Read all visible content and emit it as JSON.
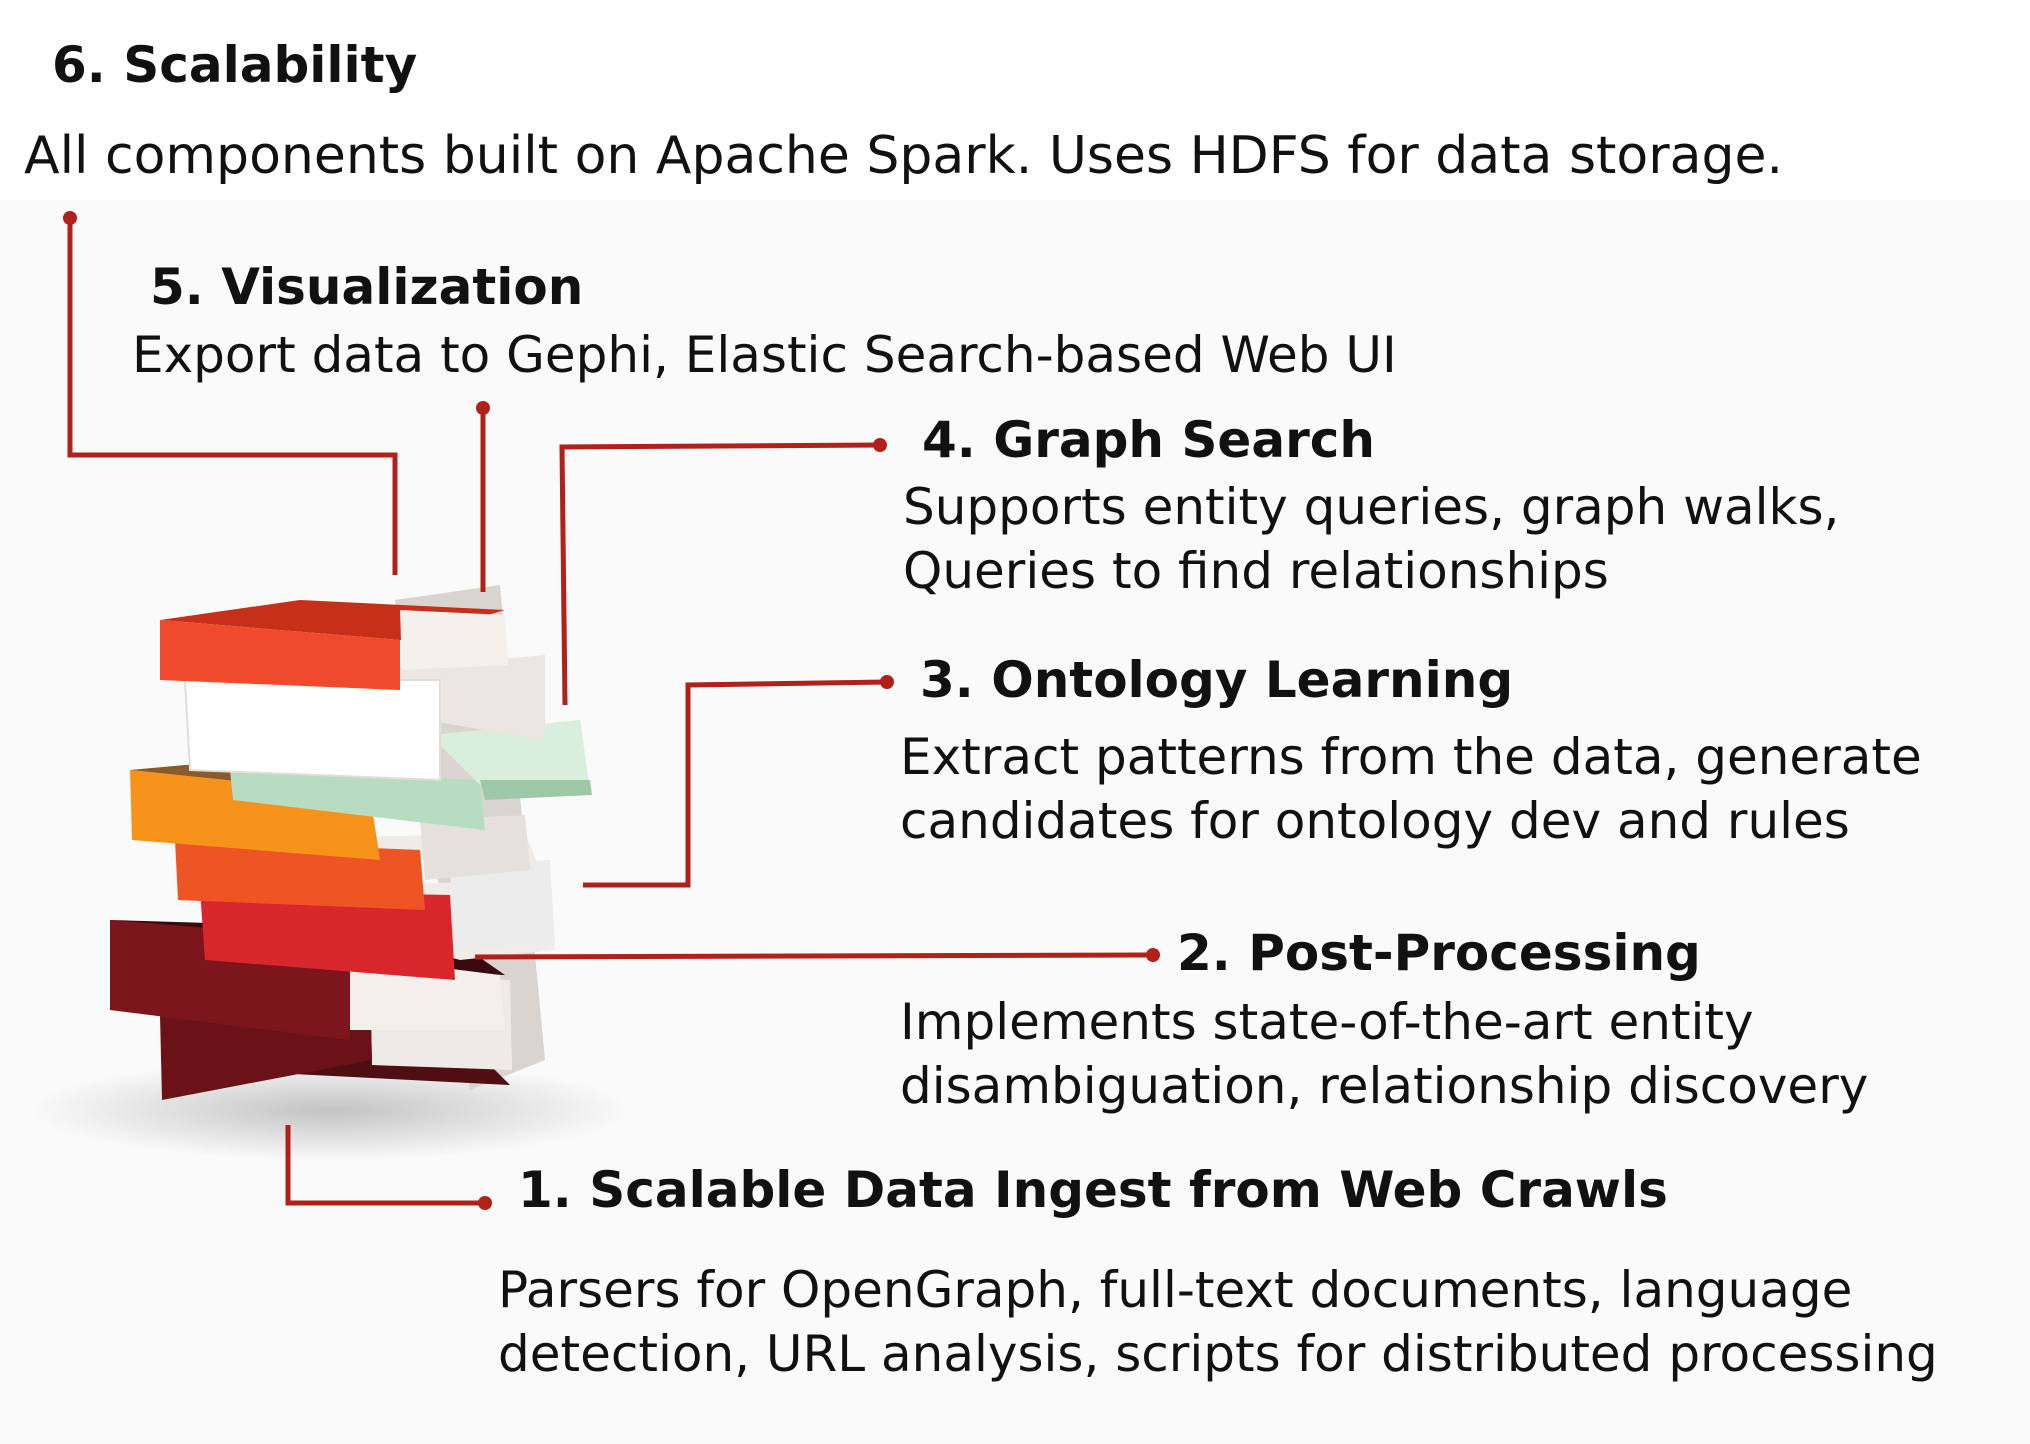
{
  "accent_color": "#b0211a",
  "sections": {
    "scalability": {
      "title": "6. Scalability",
      "lines": [
        "All components built on Apache Spark.  Uses HDFS for data storage."
      ]
    },
    "visualization": {
      "title": "5. Visualization",
      "lines": [
        "Export data to Gephi, Elastic Search-based Web UI"
      ]
    },
    "graph_search": {
      "title": "4. Graph Search",
      "lines": [
        "Supports entity queries, graph walks,",
        "Queries to find relationships"
      ]
    },
    "ontology": {
      "title": "3. Ontology Learning",
      "lines": [
        "Extract patterns from the data, generate",
        "candidates for ontology dev and rules"
      ]
    },
    "post_processing": {
      "title": "2. Post-Processing",
      "lines": [
        "Implements state-of-the-art entity",
        "disambiguation, relationship discovery"
      ]
    },
    "ingest": {
      "title": "1. Scalable Data Ingest from Web Crawls",
      "lines": [
        "Parsers for OpenGraph, full-text documents, language",
        "detection, URL analysis, scripts for distributed processing"
      ]
    }
  }
}
